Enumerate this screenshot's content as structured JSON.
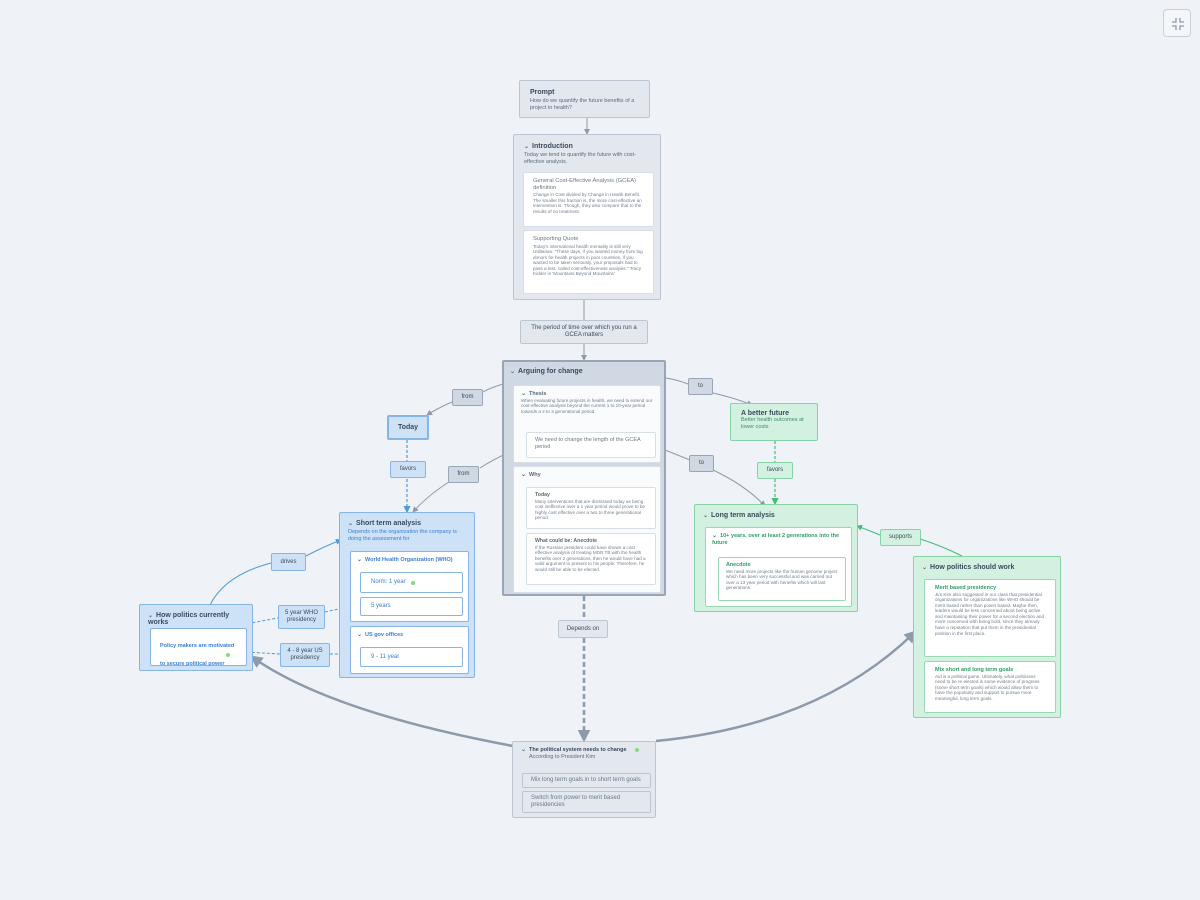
{
  "toolbar": {
    "collapse_icon": "collapse-icon"
  },
  "prompt": {
    "title": "Prompt",
    "text": "How do we quantify the future benefits of a project in health?"
  },
  "introduction": {
    "title": "Introduction",
    "text": "Today we tend to quantify the future with cost-effective analysis.",
    "cards": [
      {
        "title": "General Cost-Effective Analysis (GCEA) definition",
        "text": "Change in Cost divided by Change in Health Benefit. The smaller this fraction is, the more cost-effective an intervention is. Though, they also compare that to the results of no treatment."
      },
      {
        "title": "Supporting Quote",
        "text": "Today's international health mentality is still very Utilitarian: \"These days, if you wanted money from big donors for health projects in poor countries, if you wanted to be taken seriously, your proposals had to pass a test, called cost-effectiveness analysis.\" Tracy Kidder in 'Mountains Beyond Mountains'"
      }
    ]
  },
  "period_label": "The period of time over which you run a GCEA matters",
  "arguing": {
    "title": "Arguing for change",
    "thesis": {
      "title": "Thesis",
      "text": "When evaluating future projects in health, we need to extend our cost-effective analysis beyond the current 1 to 10-year period towards a 2 to 3 generational period",
      "card": "We need to change the length of the GCEA period"
    },
    "why": {
      "title": "Why",
      "cards": [
        {
          "title": "Today",
          "text": "Many interventions that are dismissed today as being cost ineffective over a 1 year period would prove to be highly cost effective over a two to three generational period."
        },
        {
          "title": "What could be: Anecdote",
          "text": "If the Russian president could have shown a cost effective analysis of treating MDR TB with the health benefits over 2 generations, then he would have had a valid argument to present to his people. Therefore, he would still be able to be elected."
        }
      ]
    }
  },
  "edge_labels": {
    "from_top": "from",
    "from_mid": "from",
    "to_top": "to",
    "to_mid": "to",
    "favors_left": "favors",
    "favors_right": "favors",
    "drives": "drives",
    "supports": "supports",
    "depends_on": "Depends on",
    "who_presidency": "5 year WHO presidency",
    "us_presidency": "4 - 8 year US presidency"
  },
  "today": {
    "title": "Today"
  },
  "better_future": {
    "title": "A better future",
    "text": "Better health outcomes at lower costs"
  },
  "short_term": {
    "title": "Short term analysis",
    "text": "Depends on the organization the company is doing the assessment for",
    "who": {
      "title": "World Health Organization (WHO)",
      "items": [
        "Norm: 1 year",
        "5 years"
      ]
    },
    "us": {
      "title": "US gov offices",
      "items": [
        "9 - 11 year"
      ]
    }
  },
  "long_term": {
    "title": "Long term analysis",
    "sub": {
      "title": "10+ years, over at least 2 generations into the future",
      "card_title": "Anecdote",
      "card_text": "We need more projects like the human genome project which has been very successful and was carried out over a 13 year period with benefits which will last generations."
    }
  },
  "politics_current": {
    "title": "How politics currently works",
    "card": "Policy makers are motivated to secure political power"
  },
  "politics_should": {
    "title": "How politics should work",
    "cards": [
      {
        "title": "Merit based presidency",
        "text": "Jim Kim also suggested in our class that presidential organizations for organizations like WHO should be merit based rather than power based. Maybe then, leaders would be less concerned about being active and maintaining their power for a second election and more concerned with being bold, since they already have a reputation that put them in the presidential position in the first place."
      },
      {
        "title": "Mix short and long term goals",
        "text": "Aid is a political game. Ultimately, what politicians need to be re-elected is some evidence of progress (some short term goals) which would allow them to have the popularity and support to pursue more meaningful, long term goals."
      }
    ]
  },
  "political_system": {
    "title": "The political system needs to change",
    "sub": "According to President Kim",
    "items": [
      "Mix long term goals in to short term goals",
      "Switch from power to merit based presidencies"
    ]
  },
  "colors": {
    "blue_accent": "#3b7ed6",
    "green_accent": "#2d9e63",
    "edge": "#8d9aab",
    "background": "#eff2f7"
  }
}
